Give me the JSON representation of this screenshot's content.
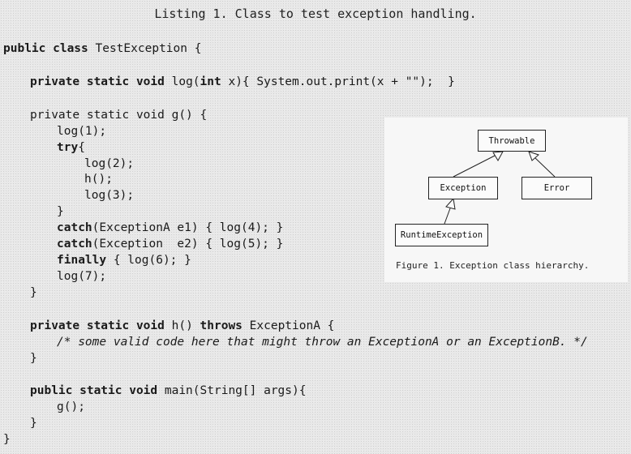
{
  "listing_caption": "Listing 1. Class to test exception handling.",
  "code": {
    "l01": {
      "kw1": "public class",
      "rest": " TestException {"
    },
    "l02": {
      "kw1": "private static void",
      "mid": " log(",
      "kw2": "int",
      "rest": " x){ System.out.print(x + \"\");  }"
    },
    "l03": {
      "text": "private static void g() {"
    },
    "l04": {
      "text": "log(1);"
    },
    "l05": {
      "kw1": "try",
      "rest": "{"
    },
    "l06": {
      "text": "log(2);"
    },
    "l07": {
      "text": "h();"
    },
    "l08": {
      "text": "log(3);"
    },
    "l09": {
      "text": "}"
    },
    "l10": {
      "kw1": "catch",
      "rest": "(ExceptionA e1) { log(4); }"
    },
    "l11": {
      "kw1": "catch",
      "rest": "(Exception  e2) { log(5); }"
    },
    "l12": {
      "kw1": "finally",
      "rest": " { log(6); }"
    },
    "l13": {
      "text": "log(7);"
    },
    "l14": {
      "text": "}"
    },
    "l15": {
      "kw1": "private static void",
      "mid": " h() ",
      "kw2": "throws",
      "rest": " ExceptionA {"
    },
    "l16": {
      "comment": "/* some valid code here that might throw an ExceptionA or an ExceptionB. */"
    },
    "l17": {
      "text": "}"
    },
    "l18": {
      "kw1": "public static void",
      "rest": " main(String[] args){"
    },
    "l19": {
      "text": "g();"
    },
    "l20": {
      "text": "}"
    },
    "l21": {
      "text": "}"
    }
  },
  "figure": {
    "classes": {
      "throwable": "Throwable",
      "exception": "Exception",
      "error": "Error",
      "runtime_exception": "RuntimeException"
    },
    "caption": "Figure 1. Exception class hierarchy."
  }
}
